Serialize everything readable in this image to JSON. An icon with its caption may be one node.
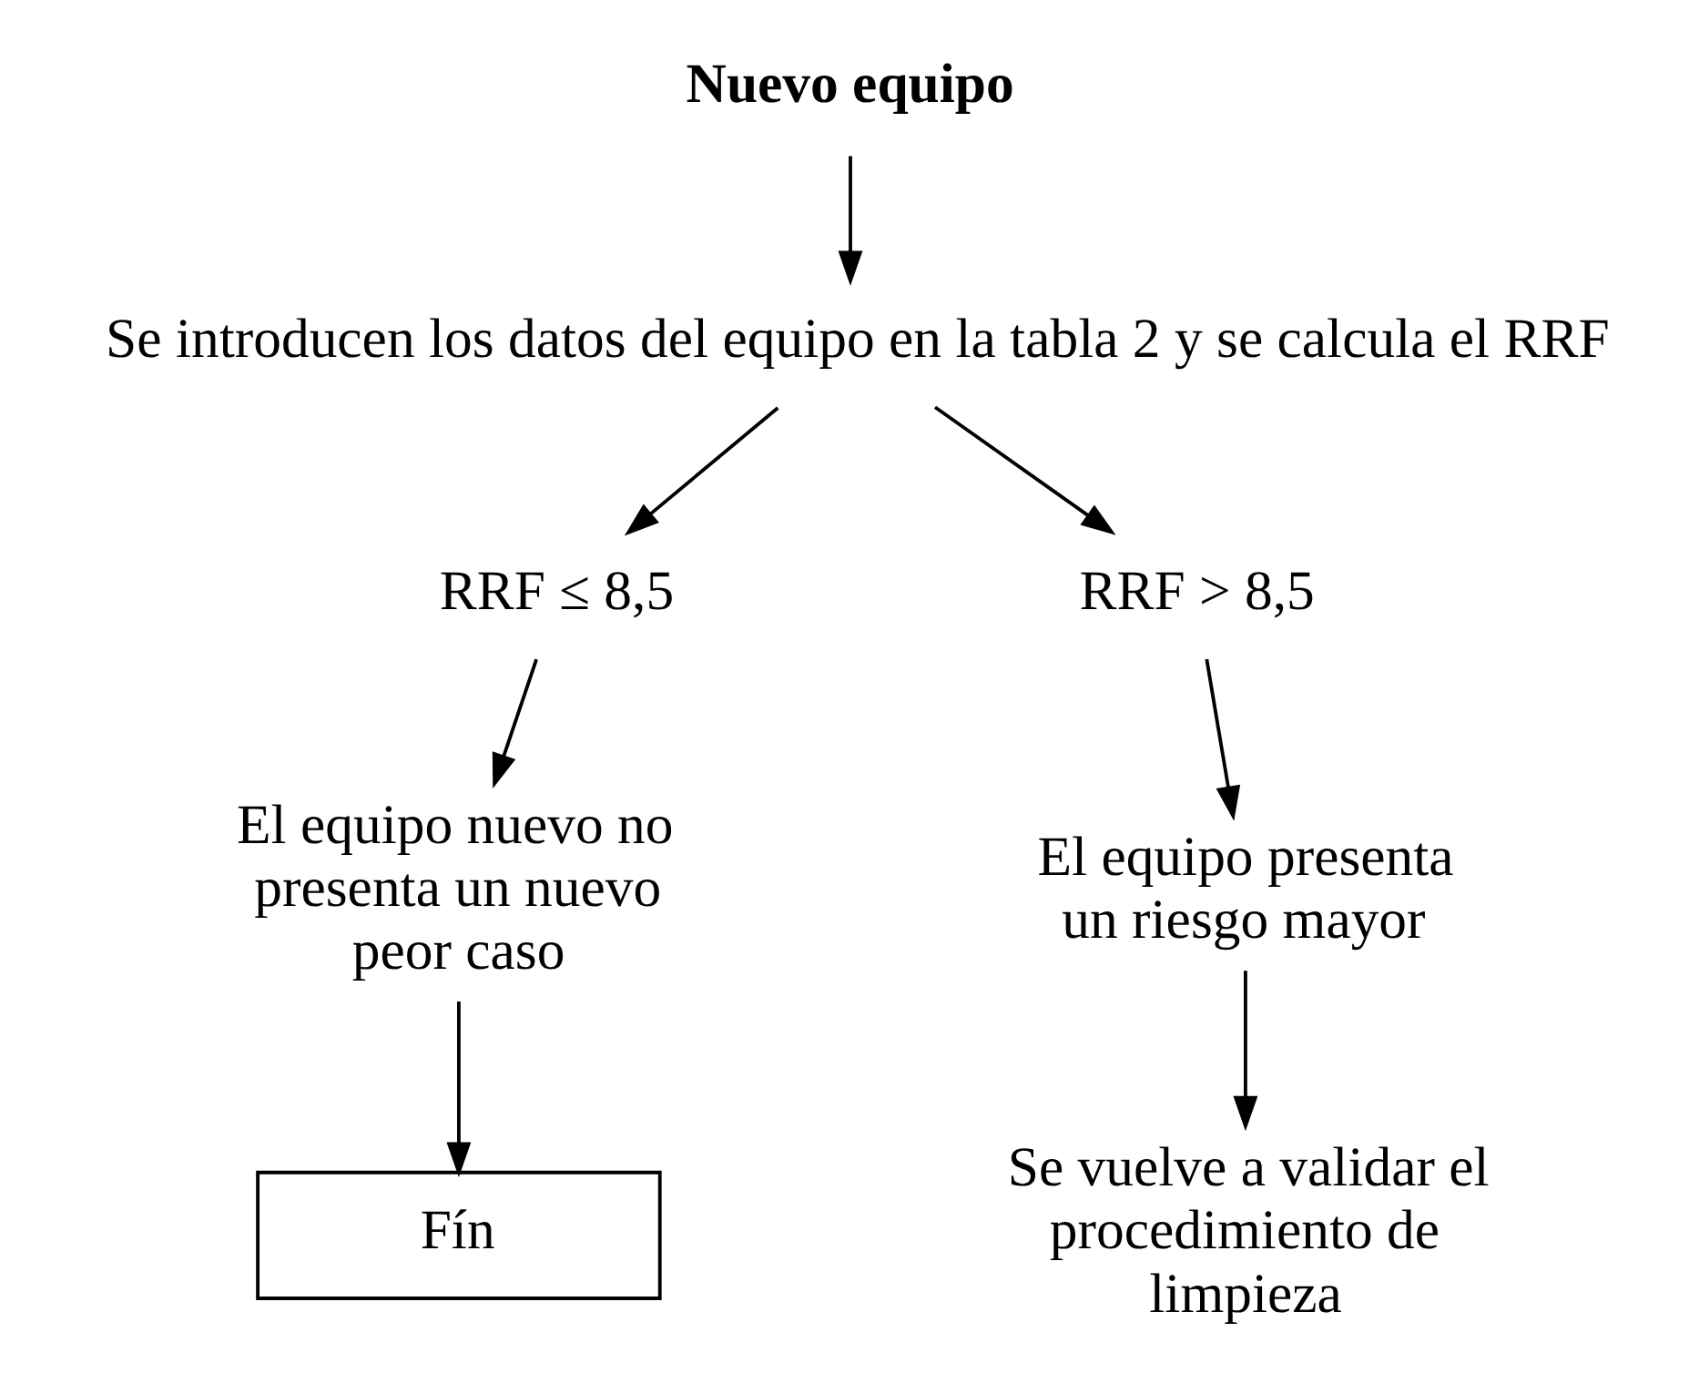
{
  "diagram": {
    "nodes": [
      {
        "text": [
          "Nuevo equipo"
        ]
      },
      {
        "text": [
          "Se introducen los datos del equipo en la tabla 2 y se calcula el RRF"
        ]
      },
      {
        "text": [
          "RRF ≤ 8,5"
        ]
      },
      {
        "text": [
          "RRF > 8,5"
        ]
      },
      {
        "text": [
          "El equipo nuevo no presenta un nuevo peor caso"
        ]
      },
      {
        "text": [
          "El equipo presenta un riesgo mayor"
        ]
      },
      {
        "text": [
          "Fín"
        ]
      },
      {
        "text": [
          "Se vuelve a validar el procedimiento de limpieza"
        ]
      }
    ],
    "edges": [
      {
        "from": 0,
        "to": 1,
        "arrow": "to"
      },
      {
        "from": 1,
        "to": 2,
        "arrow": "to"
      },
      {
        "from": 1,
        "to": 3,
        "arrow": "to"
      },
      {
        "from": 2,
        "to": 4,
        "arrow": "to"
      },
      {
        "from": 3,
        "to": 5,
        "arrow": "to"
      },
      {
        "from": 4,
        "to": 6,
        "arrow": "to"
      },
      {
        "from": 5,
        "to": 7,
        "arrow": "to"
      }
    ]
  }
}
